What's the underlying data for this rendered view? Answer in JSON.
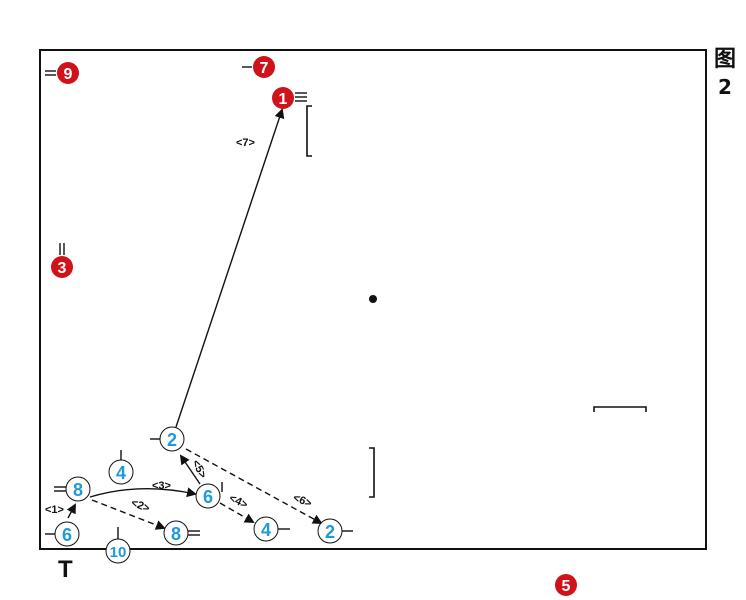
{
  "figure": {
    "label_top": "图",
    "label_bottom": "2"
  },
  "t_marker": "T",
  "red_players": [
    {
      "id": "r1",
      "number": "1"
    },
    {
      "id": "r3",
      "number": "3"
    },
    {
      "id": "r5",
      "number": "5"
    },
    {
      "id": "r7",
      "number": "7"
    },
    {
      "id": "r9",
      "number": "9"
    }
  ],
  "blue_players": [
    {
      "id": "b2a",
      "number": "2"
    },
    {
      "id": "b2b",
      "number": "2"
    },
    {
      "id": "b4a",
      "number": "4"
    },
    {
      "id": "b4b",
      "number": "4"
    },
    {
      "id": "b6a",
      "number": "6"
    },
    {
      "id": "b6b",
      "number": "6"
    },
    {
      "id": "b8a",
      "number": "8"
    },
    {
      "id": "b8b",
      "number": "8"
    },
    {
      "id": "b10",
      "number": "10"
    }
  ],
  "moves": [
    {
      "id": "m1",
      "label": "<1>",
      "style": "solid"
    },
    {
      "id": "m2",
      "label": "<2>",
      "style": "dashed"
    },
    {
      "id": "m3",
      "label": "<3>",
      "style": "solid"
    },
    {
      "id": "m4",
      "label": "<4>",
      "style": "dashed"
    },
    {
      "id": "m5",
      "label": "<5>",
      "style": "solid"
    },
    {
      "id": "m6",
      "label": "<6>",
      "style": "dashed"
    },
    {
      "id": "m7",
      "label": "<7>",
      "style": "solid"
    }
  ],
  "colors": {
    "red": "#d0121b",
    "blue": "#1f9ad6",
    "line": "#111111"
  }
}
